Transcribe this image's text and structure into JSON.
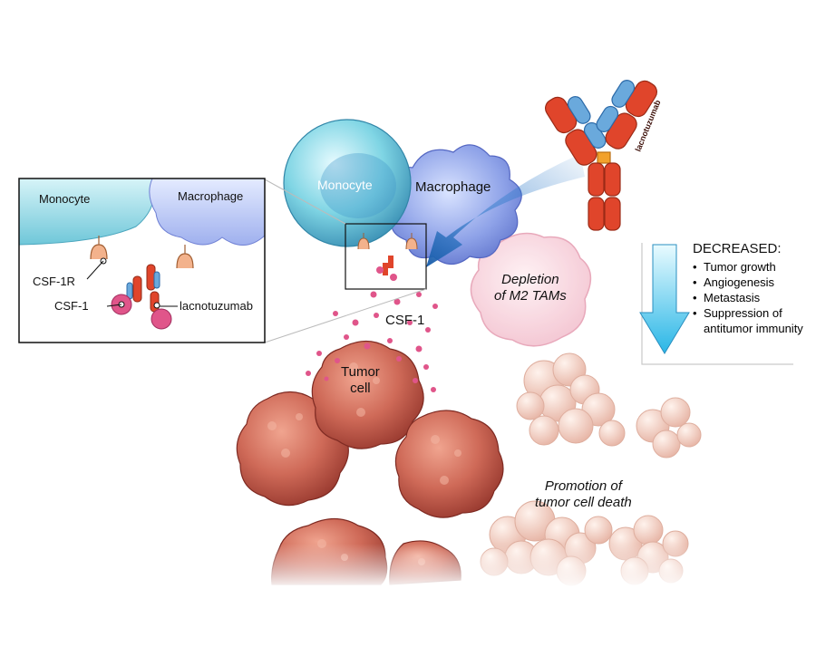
{
  "antibody": {
    "label": "lacnotuzumab"
  },
  "cells": {
    "monocyte": "Monocyte",
    "macrophage": "Macrophage",
    "tumor_cell": "Tumor\ncell"
  },
  "ligand": {
    "label": "CSF-1"
  },
  "annotations": {
    "depletion": "Depletion\nof M2 TAMs",
    "promotion": "Promotion of\ntumor cell death"
  },
  "inset": {
    "monocyte": "Monocyte",
    "macrophage": "Macrophage",
    "receptor": "CSF-1R",
    "ligand": "CSF-1",
    "antibody": "lacnotuzumab"
  },
  "outcomes": {
    "title": "DECREASED:",
    "items": [
      "Tumor growth",
      "Angiogenesis",
      "Metastasis",
      "Suppression of antitumor immunity"
    ]
  },
  "colors": {
    "antibody_red": "#e0452b",
    "antibody_blue": "#6aa9dc",
    "tumor": "#c85a4e",
    "monocyte": "#7cd3df",
    "macrophage": "#8ea2e8",
    "csf1": "#e0558a",
    "arrow": "#2a78c8"
  }
}
